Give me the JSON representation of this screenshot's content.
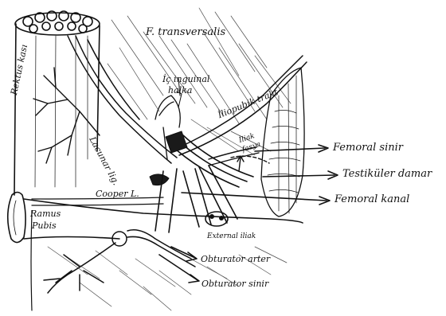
{
  "labels": {
    "transversalis": "F. transversalis",
    "inguinal_ring_1": "İç inguinal",
    "inguinal_ring_2": "halka",
    "rectus": "Rektus kası",
    "iliopubic": "İliopubik trakt",
    "iliac_fascia_1": "İliak",
    "iliac_fascia_2": "fasya",
    "femoral_nerve": "Femoral sinir",
    "testicular": "Testiküler damar",
    "femoral_canal": "Femoral kanal",
    "ramus_1": "Ramus",
    "ramus_2": "Pubis",
    "cooper": "Cooper L.",
    "ext_iliac": "External iliak",
    "obt_artery": "Obturator arter",
    "obt_nerve": "Obturator sinir",
    "lacunar": "Lacunar lig."
  },
  "colors": {
    "ink": "#111111",
    "paper": "#ffffff",
    "fill": "#1a1a1a"
  }
}
